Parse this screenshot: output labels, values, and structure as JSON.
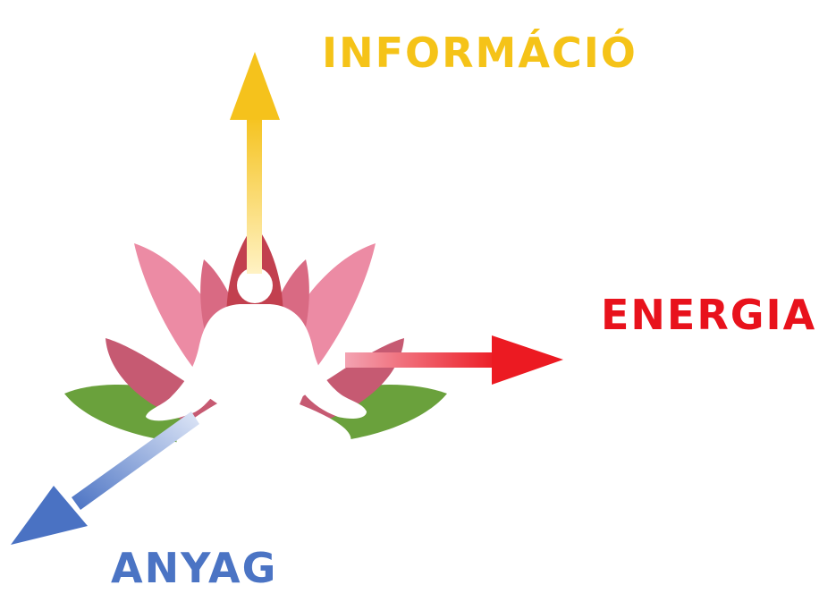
{
  "labels": {
    "information": "INFORMÁCIÓ",
    "energy": "ENERGIA",
    "matter": "ANYAG"
  },
  "colors": {
    "information": "#f5c318",
    "energy": "#e8121c",
    "matter": "#4b74c4",
    "leaf": "#6aa13c",
    "petal": "#ec8ba4",
    "petal_dark": "#c2404f"
  },
  "icons": [
    "lotus-icon",
    "meditating-figure-icon"
  ]
}
